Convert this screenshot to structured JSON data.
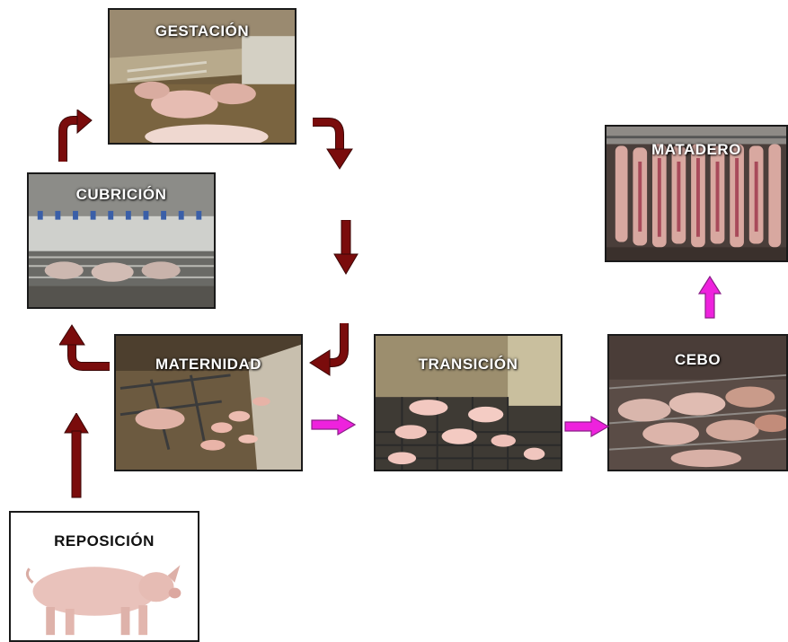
{
  "stages": {
    "gestacion": {
      "label": "GESTACIÓN"
    },
    "cubricion": {
      "label": "CUBRICIÓN"
    },
    "maternidad": {
      "label": "MATERNIDAD"
    },
    "transicion": {
      "label": "TRANSICIÓN"
    },
    "cebo": {
      "label": "CEBO"
    },
    "matadero": {
      "label": "MATADERO"
    },
    "reposicion": {
      "label": "REPOSICIÓN"
    }
  },
  "colors": {
    "cycle_arrow": "#7a0c0c",
    "flow_arrow": "#ee22dd",
    "flow_arrow_outline": "#8a1f88",
    "frame": "#1a1a1a"
  }
}
